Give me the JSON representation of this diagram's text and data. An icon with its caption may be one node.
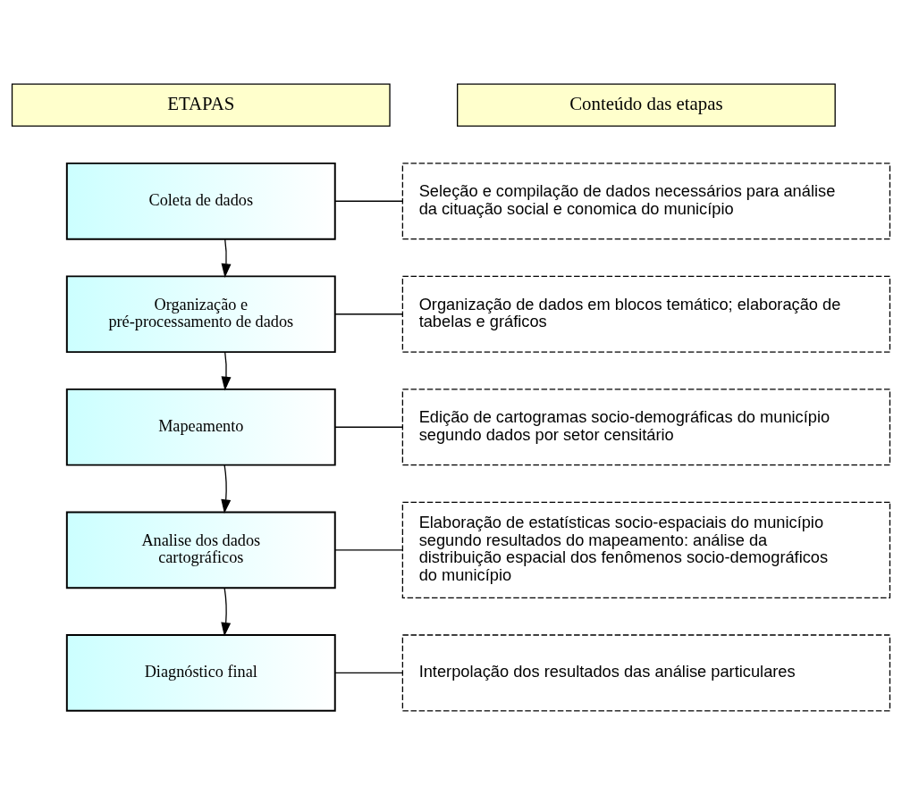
{
  "diagram": {
    "nodes": [
      {
        "text": [
          "ETAPAS"
        ]
      },
      {
        "text": [
          "Conteúdo das etapas"
        ]
      },
      {
        "text": [
          "Coleta de dados"
        ]
      },
      {
        "text": [
          "Seleção e compilação de dados necessários para análise da cituação social e conomica do município"
        ]
      },
      {
        "text": [
          "Organização e pré-processamento de dados"
        ]
      },
      {
        "text": [
          "Organização de dados em blocos temático; elaboração de tabelas e gráficos"
        ]
      },
      {
        "text": [
          "Mapeamento"
        ]
      },
      {
        "text": [
          "Edição de cartogramas socio-demográficas do município segundo dados por setor censitário"
        ]
      },
      {
        "text": [
          "Analise dos dados cartográficos"
        ]
      },
      {
        "text": [
          "Elaboração de estatísticas socio-espaciais do município segundo resultados do mapeamento: análise da distribuição espacial dos fenômenos socio-demográficos do município"
        ]
      },
      {
        "text": [
          "Diagnóstico final"
        ]
      },
      {
        "text": [
          "Interpolação dos resultados das análise particulares"
        ]
      }
    ],
    "edges": [
      {
        "from": 2,
        "to": 3,
        "arrow": "none"
      },
      {
        "from": 2,
        "to": 4,
        "arrow": "to"
      },
      {
        "from": 4,
        "to": 5,
        "arrow": "none"
      },
      {
        "from": 4,
        "to": 6,
        "arrow": "to"
      },
      {
        "from": 6,
        "to": 7,
        "arrow": "none"
      },
      {
        "from": 6,
        "to": 8,
        "arrow": "to"
      },
      {
        "from": 8,
        "to": 9,
        "arrow": "none"
      },
      {
        "from": 8,
        "to": 10,
        "arrow": "to"
      },
      {
        "from": 10,
        "to": 11,
        "arrow": "none"
      }
    ]
  }
}
